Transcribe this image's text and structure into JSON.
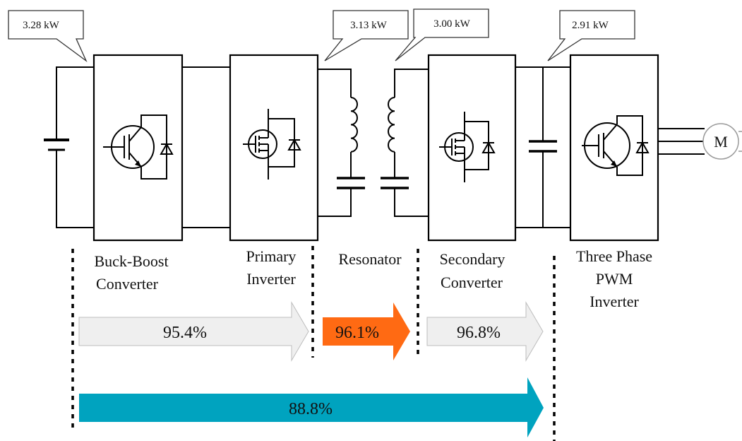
{
  "power_callouts": [
    "3.28 kW",
    "3.13 kW",
    "3.00 kW",
    "2.91 kW"
  ],
  "stages": {
    "buck_boost": [
      "Buck-Boost",
      "Converter"
    ],
    "primary_inverter": [
      "Primary",
      "Inverter"
    ],
    "resonator": [
      "Resonator"
    ],
    "secondary_converter": [
      "Secondary",
      "Converter"
    ],
    "three_phase_inverter": [
      "Three Phase",
      "PWM",
      "Inverter"
    ]
  },
  "motor_label": "M",
  "efficiencies": {
    "buck_boost_primary": "95.4%",
    "resonator": "96.1%",
    "secondary_converter": "96.8%",
    "overall": "88.8%"
  },
  "colors": {
    "stage_arrow": "#efefef",
    "stage_arrow_border": "#bdbdbd",
    "resonator_arrow": "#ff6a13",
    "overall_arrow": "#00a3bf"
  }
}
